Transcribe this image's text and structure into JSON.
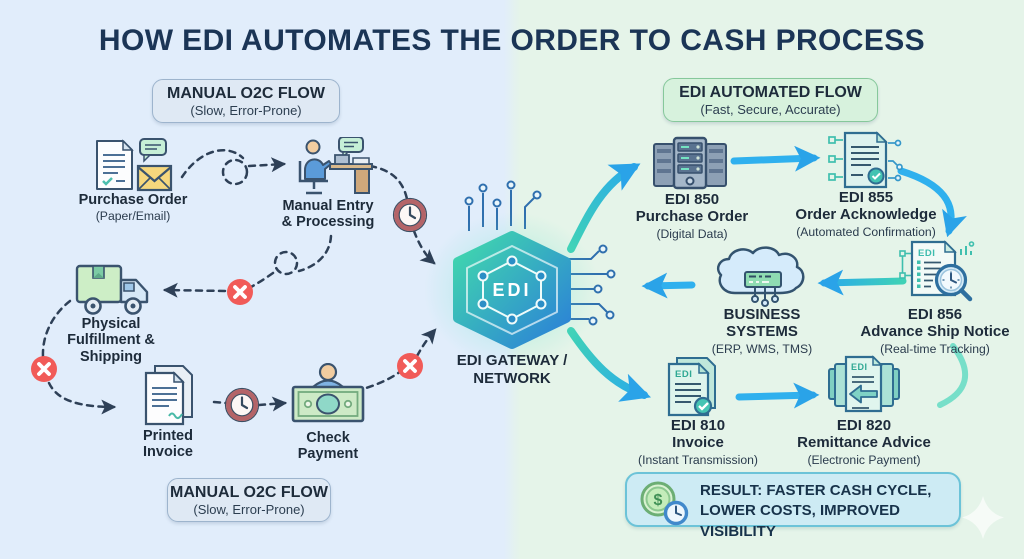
{
  "title": "HOW EDI AUTOMATES THE ORDER TO CASH PROCESS",
  "manual_flow": {
    "header": {
      "line1": "MANUAL O2C FLOW",
      "line2": "(Slow, Error-Prone)"
    },
    "footer": {
      "line1": "MANUAL O2C FLOW",
      "line2": "(Slow, Error-Prone)"
    },
    "purchase_order": {
      "title": "Purchase Order",
      "subtitle": "(Paper/Email)"
    },
    "manual_entry": {
      "line1": "Manual Entry",
      "line2": "& Processing"
    },
    "fulfillment": {
      "line1": "Physical",
      "line2": "Fulfillment &",
      "line3": "Shipping"
    },
    "printed_invoice": {
      "line1": "Printed",
      "line2": "Invoice"
    },
    "check_payment": {
      "line1": "Check",
      "line2": "Payment"
    }
  },
  "gateway": {
    "hex_label": "EDI",
    "caption_line1": "EDI GATEWAY /",
    "caption_line2": "NETWORK"
  },
  "edi_flow": {
    "header": {
      "line1": "EDI AUTOMATED FLOW",
      "line2": "(Fast, Secure, Accurate)"
    },
    "edi_850": {
      "code": "EDI 850",
      "name": "Purchase Order",
      "note": "(Digital Data)"
    },
    "edi_855": {
      "code": "EDI 855",
      "name": "Order Acknowledge",
      "note": "(Automated Confirmation)"
    },
    "edi_856": {
      "code": "EDI 856",
      "name": "Advance Ship Notice",
      "note": "(Real-time Tracking)"
    },
    "business_systems": {
      "line1": "BUSINESS",
      "line2": "SYSTEMS",
      "note": "(ERP, WMS, TMS)"
    },
    "edi_810": {
      "code": "EDI 810",
      "name": "Invoice",
      "note": "(Instant Transmission)"
    },
    "edi_820": {
      "code": "EDI 820",
      "name": "Remittance Advice",
      "note": "(Electronic Payment)"
    },
    "result": {
      "line1": "RESULT: FASTER CASH CYCLE,",
      "line2": "LOWER COSTS, IMPROVED VISIBILITY"
    }
  },
  "icons": {
    "doc_label": "EDI",
    "dollar": "$"
  },
  "colors": {
    "left_background": "#e1edfb",
    "right_background": "#e5f4e9",
    "title_text": "#1b3556",
    "dashed_line": "#2e4057",
    "error_red": "#f15b58",
    "arrow_blue": "#2fb0ee",
    "arrow_teal": "#3fd2b6",
    "hex_gradient_start": "#41d8ad",
    "hex_gradient_end": "#2b7fd8"
  }
}
